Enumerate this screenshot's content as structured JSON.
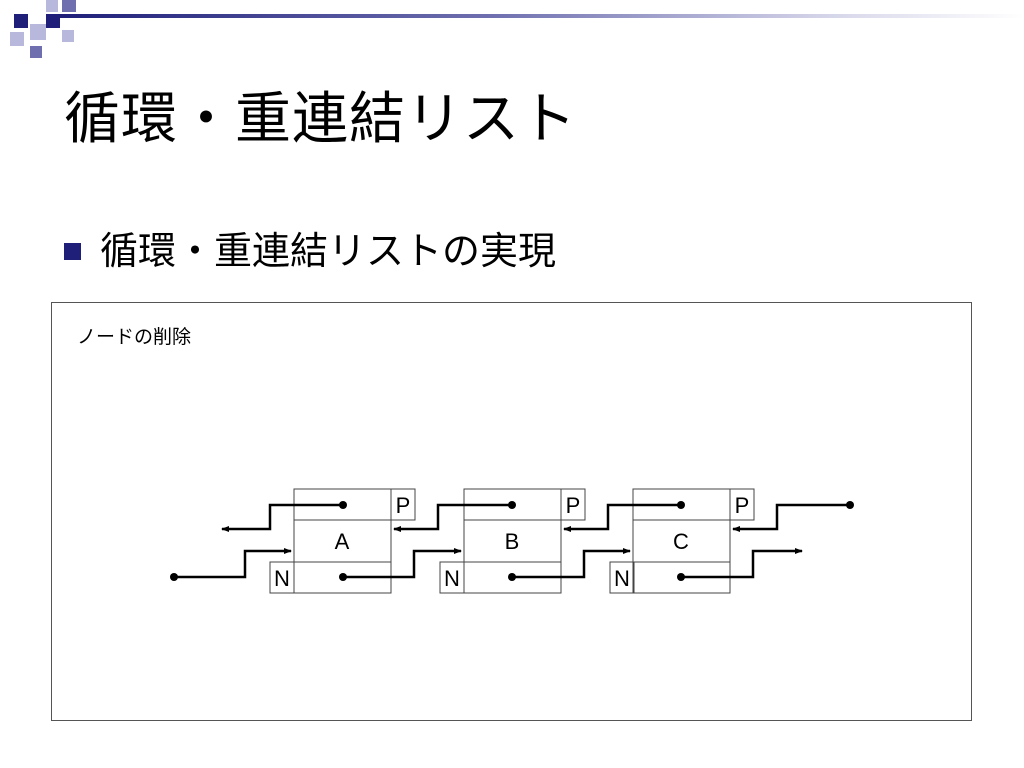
{
  "slide": {
    "title": "循環・重連結リスト",
    "bullet": "循環・重連結リストの実現",
    "accent_color": "#1f1f7a"
  },
  "diagram": {
    "caption": "ノードの削除",
    "prev_label": "P",
    "next_label": "N",
    "nodes": [
      "A",
      "B",
      "C"
    ]
  }
}
